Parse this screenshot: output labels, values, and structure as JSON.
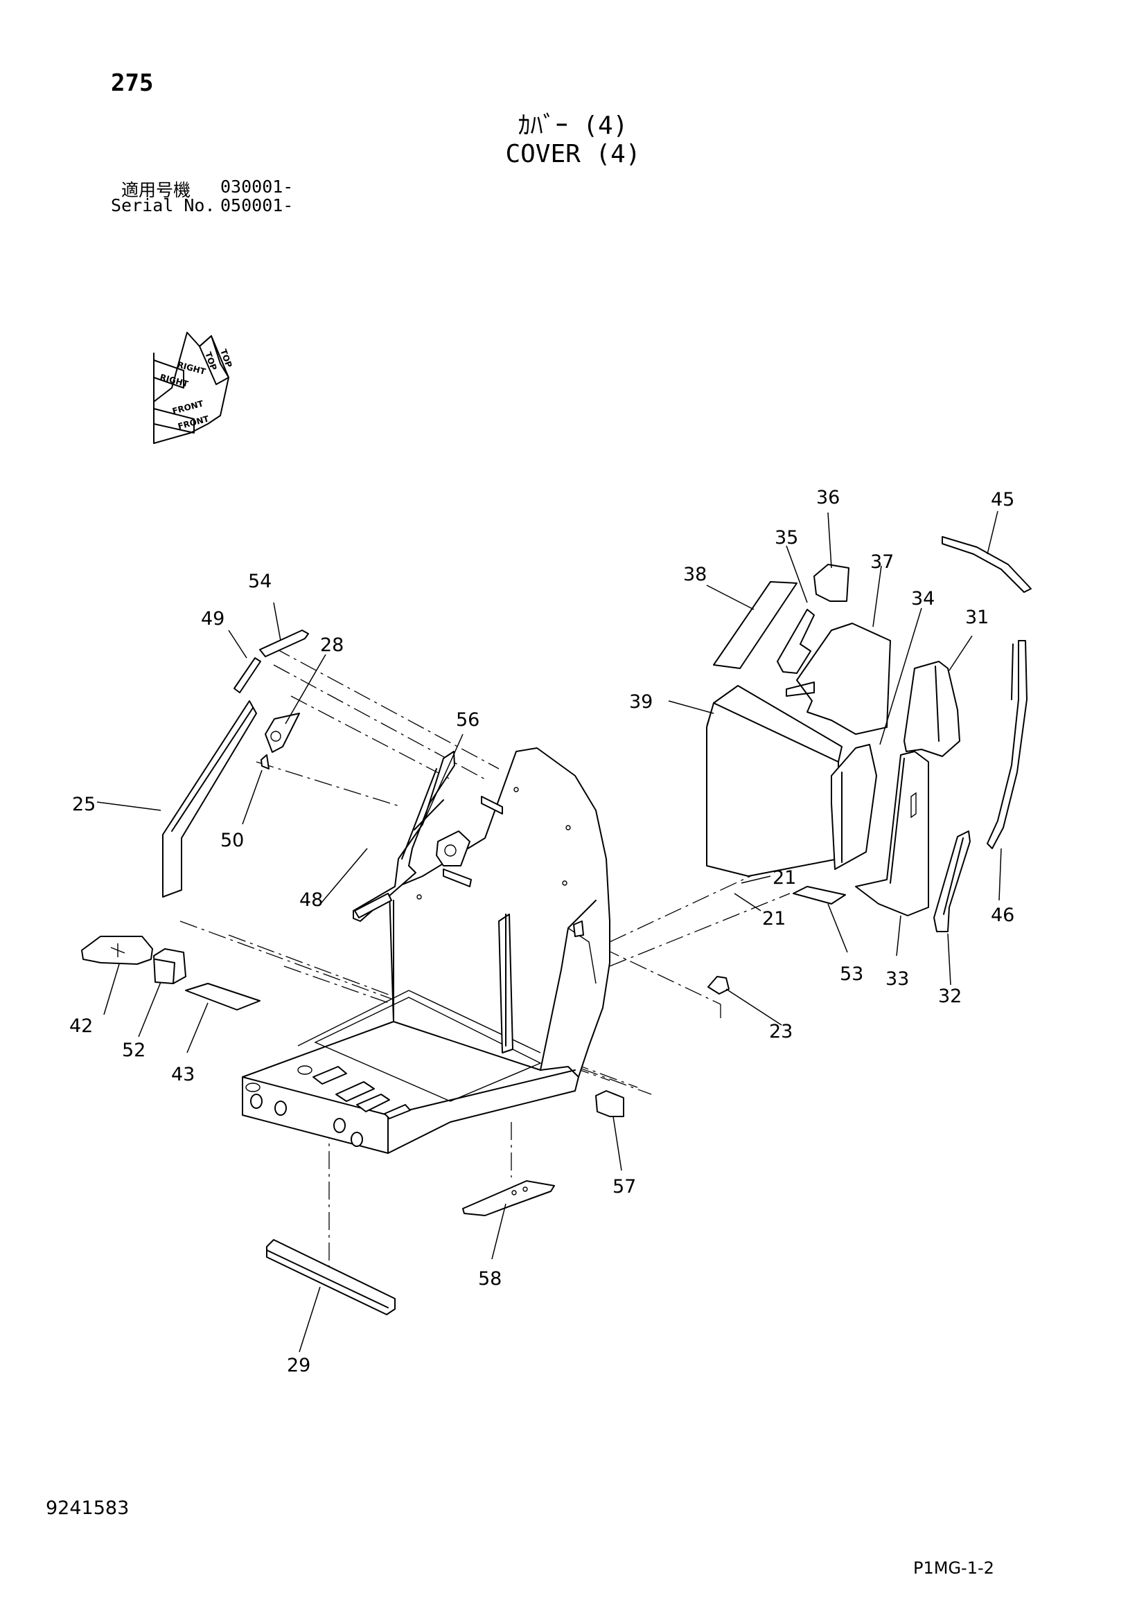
{
  "header": {
    "page_number": "275",
    "title_jp": "ｶﾊﾞｰ (4)",
    "title_en": "COVER (4)",
    "serial_jp_label": "適用号機",
    "serial_jp_value": "030001-",
    "serial_en_label": "Serial No.",
    "serial_en_value": "050001-"
  },
  "orientation": {
    "top": "TOP",
    "right": "RIGHT",
    "front": "FRONT"
  },
  "callouts": [
    "21",
    "21",
    "23",
    "25",
    "28",
    "29",
    "31",
    "32",
    "33",
    "34",
    "35",
    "36",
    "37",
    "38",
    "39",
    "42",
    "43",
    "45",
    "46",
    "48",
    "49",
    "50",
    "52",
    "53",
    "54",
    "56",
    "57",
    "58"
  ],
  "footer": {
    "document_number": "9241583",
    "reference_code": "P1MG-1-2"
  }
}
